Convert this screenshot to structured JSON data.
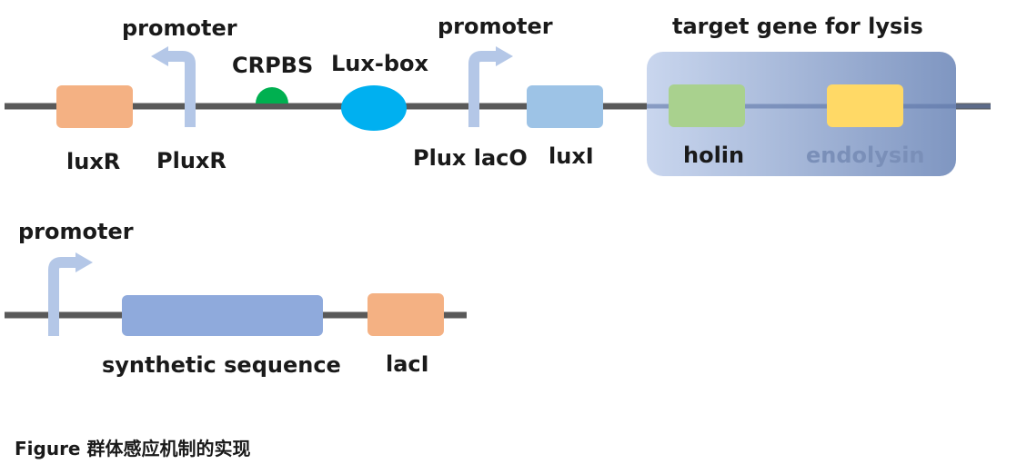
{
  "labels": {
    "promoter_1": "promoter",
    "promoter_2": "promoter",
    "promoter_3": "promoter",
    "crpbs": "CRPBS",
    "lux_box": "Lux-box",
    "target_title": "target gene for lysis",
    "luxr": "luxR",
    "pluxr": "PluxR",
    "plux_laco": "Plux lacO",
    "luxi": "luxI",
    "holin": "holin",
    "endolysin": "endolysin",
    "synthetic_sequence": "synthetic sequence",
    "laci": "lacI"
  },
  "caption": "Figure 群体感应机制的实现",
  "colors": {
    "dna_line": "#595959",
    "luxr_box": "#f4b183",
    "luxi_box": "#9dc3e6",
    "holin_box": "#a9d18e",
    "endolysin_box": "#ffd966",
    "synthetic_box": "#8faadc",
    "laci_box": "#f4b183",
    "promoter_arrow": "#b4c7e7",
    "crpbs_site": "#00b050",
    "lux_box_site": "#00b0f0",
    "target_region_gradient": [
      "#c9d6ee",
      "#7f96c1"
    ],
    "endolysin_text": "#7a8fb8"
  }
}
